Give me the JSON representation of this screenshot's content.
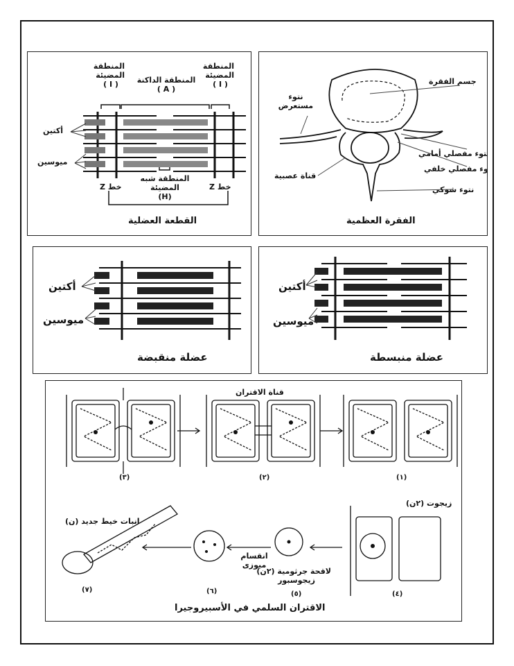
{
  "sarcomere": {
    "light_zone_left_1": "المنطقة",
    "light_zone_left_2": "المضيئة",
    "light_zone_left_3": "( I )",
    "dark_zone_1": "المنطقة الداكنة",
    "dark_zone_2": "( A )",
    "light_zone_right_1": "المنطقة",
    "light_zone_right_2": "المضيئة",
    "light_zone_right_3": "( I )",
    "actin": "أكتين",
    "myosin": "ميوسين",
    "z_left": "خط Z",
    "z_right": "خط Z",
    "h_zone_1": "المنطقة شبه",
    "h_zone_2": "المضيئة",
    "h_zone_3": "(H)",
    "caption": "القطعة العضلية"
  },
  "vertebra": {
    "body": "جسم الفقرة",
    "transverse_1": "نتوء",
    "transverse_2": "مستعرض",
    "anterior": "نتوء مفصلي أمامي",
    "posterior": "نتوء مفصلي خلفي",
    "canal": "قناة عصبية",
    "spinous": "نتوء شوكي",
    "caption": "الفقرة العظمية"
  },
  "contracted": {
    "actin": "أكتين",
    "myosin": "ميوسين",
    "caption": "عضلة منقبضة"
  },
  "relaxed": {
    "actin": "أكتين",
    "myosin": "ميوسين",
    "caption": "عضلة منبسطة"
  },
  "spirogyra": {
    "channel": "قناة الاقتران",
    "n1": "(١)",
    "n2": "(٢)",
    "n3": "(٣)",
    "n4": "(٤)",
    "n5": "(٥)",
    "n6": "(٦)",
    "n7": "(٧)",
    "zygote": "زيجوت (٢ن)",
    "zygospore_1": "لاقحة جرثومية (٢ن)",
    "zygospore_2": "زيجوسبور",
    "meiosis_1": "انقسام",
    "meiosis_2": "ميوزى",
    "new_filament": "انبات خيط جديد (ن)",
    "caption": "الاقتران السلمي في الأسبيروجيرا"
  }
}
